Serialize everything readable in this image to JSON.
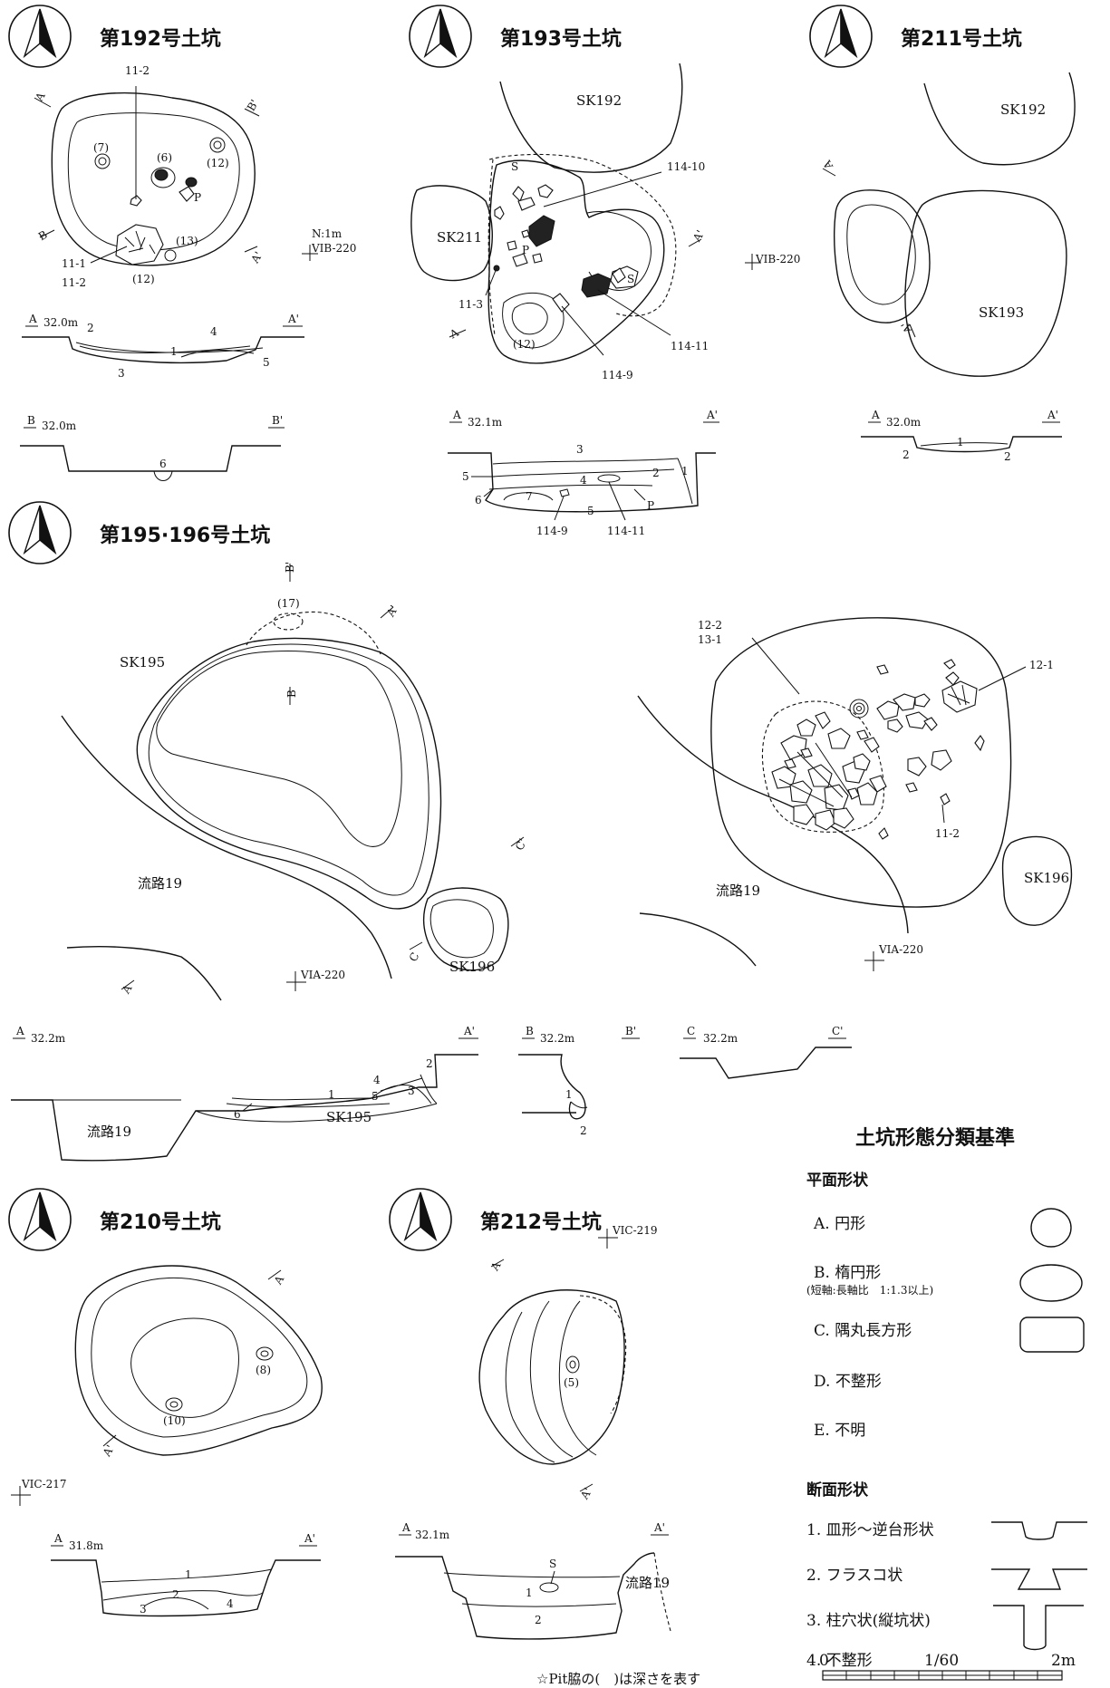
{
  "pits": {
    "p192": {
      "title": "第192号土坑",
      "label_11_2_top": "11-2",
      "label_7": "(7)",
      "label_6": "(6)",
      "label_12a": "(12)",
      "label_p": "P",
      "label_13": "(13)",
      "label_12b": "(12)",
      "label_11_1": "11-1",
      "label_11_2b": "11-2",
      "grid_n": "N:1m",
      "grid": "VIB-220",
      "mark_a": "A",
      "mark_b": "B'",
      "mark_bl": "B",
      "mark_ap": "A'",
      "sec_a_level": "32.0m",
      "sec_a_left": "A",
      "sec_a_right": "A'",
      "sec_a_layers": [
        "1",
        "2",
        "3",
        "4",
        "5"
      ],
      "sec_b_level": "32.0m",
      "sec_b_left": "B",
      "sec_b_right": "B'",
      "sec_b_layer": "6"
    },
    "p193": {
      "title": "第193号土坑",
      "sk192": "SK192",
      "s1": "S",
      "s2": "S",
      "p": "P",
      "sk211": "SK211",
      "label_114_10": "114-10",
      "label_11_3": "11-3",
      "label_12": "(12)",
      "label_114_9": "114-9",
      "label_114_11": "114-11",
      "grid": "VIB-220",
      "mark_a": "A",
      "mark_ap": "A'",
      "sec_level": "32.1m",
      "sec_left": "A",
      "sec_right": "A'",
      "sec_layers": [
        "1",
        "2",
        "3",
        "4",
        "5",
        "5",
        "6",
        "7"
      ],
      "sec_p": "P",
      "sec_114_9": "114-9",
      "sec_114_11": "114-11"
    },
    "p211": {
      "title": "第211号土坑",
      "sk192": "SK192",
      "sk193": "SK193",
      "mark_a": "A",
      "mark_ap": "A'",
      "sec_level": "32.0m",
      "sec_left": "A",
      "sec_right": "A'",
      "sec_layers": [
        "1",
        "2",
        "2"
      ]
    },
    "p195": {
      "title": "第195·196号土坑",
      "label_17": "(17)",
      "sk195": "SK195",
      "ryuro": "流路19",
      "sk196": "SK196",
      "grid": "VIA-220",
      "mark_b": "B'",
      "mark_ap": "A'",
      "mark_bl": "B",
      "mark_c": "C'",
      "mark_cl": "C",
      "mark_a": "A"
    },
    "p195b": {
      "label_12_2": "12-2",
      "label_13_1": "13-1",
      "label_12_1": "12-1",
      "ryuro": "流路19",
      "label_11_2": "11-2",
      "sk196": "SK196",
      "grid": "VIA-220"
    },
    "sec195": {
      "a_level": "32.2m",
      "a_left": "A",
      "a_right": "A'",
      "a_ryuro": "流路19",
      "a_sk195": "SK195",
      "a_layers": [
        "1",
        "2",
        "3",
        "4",
        "5",
        "6"
      ],
      "b_level": "32.2m",
      "b_left": "B",
      "b_right": "B'",
      "b_layers": [
        "1",
        "2"
      ],
      "c_level": "32.2m",
      "c_left": "C",
      "c_right": "C'"
    },
    "p210": {
      "title": "第210号土坑",
      "label_8": "(8)",
      "label_10": "(10)",
      "grid": "VIC-217",
      "mark_a": "A",
      "mark_ap": "A'",
      "sec_level": "31.8m",
      "sec_left": "A",
      "sec_right": "A'",
      "sec_layers": [
        "1",
        "2",
        "3",
        "4"
      ]
    },
    "p212": {
      "title": "第212号土坑",
      "grid": "VIC-219",
      "label_5": "(5)",
      "mark_a": "A",
      "mark_ap": "A'",
      "sec_level": "32.1m",
      "sec_left": "A",
      "sec_right": "A'",
      "sec_ryuro": "流路19",
      "sec_s": "S",
      "sec_layers": [
        "1",
        "2"
      ]
    }
  },
  "legend": {
    "title": "土坑形態分類基準",
    "plan_heading": "平面形状",
    "plan_items": [
      "A. 円形",
      "B. 楕円形",
      "(短軸:長軸比　1:1.3以上)",
      "C. 隅丸長方形",
      "D. 不整形",
      "E. 不明"
    ],
    "section_heading": "断面形状",
    "section_items": [
      "1. 皿形～逆台形状",
      "2. フラスコ状",
      "3. 柱穴状(縦坑状)",
      "4. 不整形"
    ]
  },
  "footer": {
    "note": "☆Pit脇の(　)は深さを表す",
    "scale_start": "0",
    "scale_ratio": "1/60",
    "scale_end": "2m"
  }
}
